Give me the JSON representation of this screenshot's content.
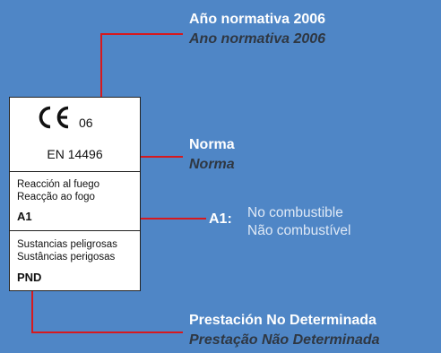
{
  "label": {
    "year": "06",
    "standard": "EN 14496",
    "reaction_es": "Reacción al fuego",
    "reaction_pt": "Reacção ao fogo",
    "reaction_class": "A1",
    "substances_es": "Sustancias peligrosas",
    "substances_pt": "Sustâncias perigosas",
    "substances_value": "PND"
  },
  "callouts": {
    "year_es": "Año normativa 2006",
    "year_pt": "Ano normativa 2006",
    "norm_es": "Norma",
    "norm_pt": "Norma",
    "class_code": "A1:",
    "class_es": "No combustible",
    "class_pt": "Não combustível",
    "pnd_es": "Prestación No Determinada",
    "pnd_pt": "Prestação Não Determinada"
  },
  "colors": {
    "background": "#4f86c6",
    "leader_line": "#d6191e",
    "card": "#ffffff"
  }
}
